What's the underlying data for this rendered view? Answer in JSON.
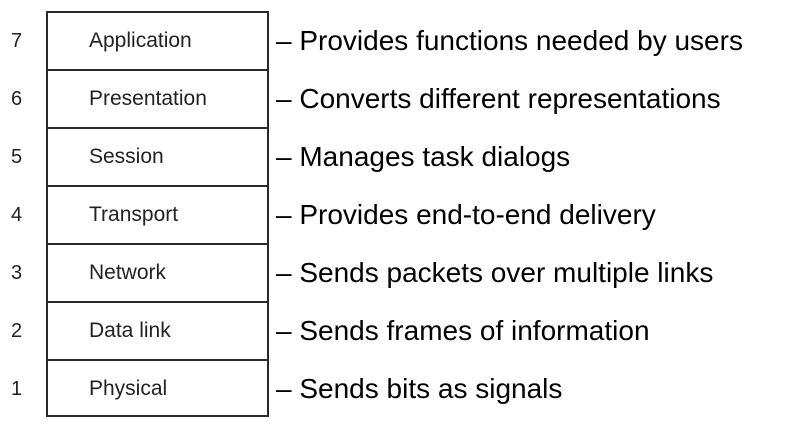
{
  "layers": [
    {
      "number": "7",
      "name": "Application",
      "description": "– Provides functions needed by users"
    },
    {
      "number": "6",
      "name": "Presentation",
      "description": "– Converts different representations"
    },
    {
      "number": "5",
      "name": "Session",
      "description": "– Manages task dialogs"
    },
    {
      "number": "4",
      "name": "Transport",
      "description": "– Provides end-to-end delivery"
    },
    {
      "number": "3",
      "name": "Network",
      "description": "– Sends packets over multiple links"
    },
    {
      "number": "2",
      "name": "Data link",
      "description": "– Sends frames of information"
    },
    {
      "number": "1",
      "name": "Physical",
      "description": "– Sends bits as signals"
    }
  ]
}
